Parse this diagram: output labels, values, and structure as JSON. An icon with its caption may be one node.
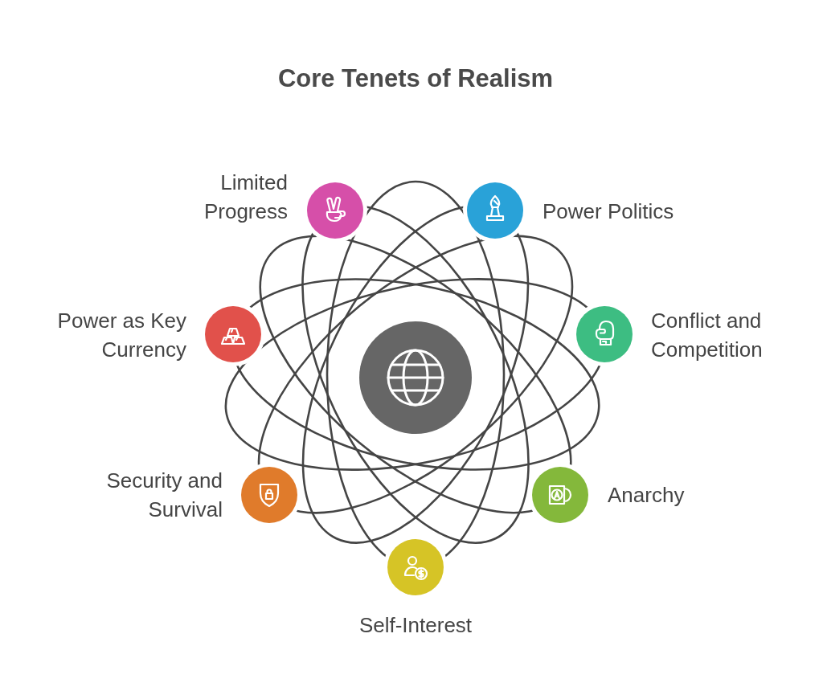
{
  "diagram": {
    "title": "Core Tenets of Realism",
    "nodes": [
      {
        "text": [],
        "shape": "circle"
      },
      {
        "text": [],
        "shape": "circle",
        "beside": [
          "Limited Progress"
        ]
      },
      {
        "text": [],
        "shape": "circle",
        "beside": [
          "Power Politics"
        ]
      },
      {
        "text": [],
        "shape": "circle",
        "beside": [
          "Conflict and Competition"
        ]
      },
      {
        "text": [],
        "shape": "circle",
        "beside": [
          "Anarchy"
        ]
      },
      {
        "text": [],
        "shape": "circle",
        "beside": [
          "Self-Interest"
        ]
      },
      {
        "text": [],
        "shape": "circle",
        "beside": [
          "Security and Survival"
        ]
      },
      {
        "text": [],
        "shape": "circle",
        "beside": [
          "Power as Key Currency"
        ]
      }
    ]
  }
}
